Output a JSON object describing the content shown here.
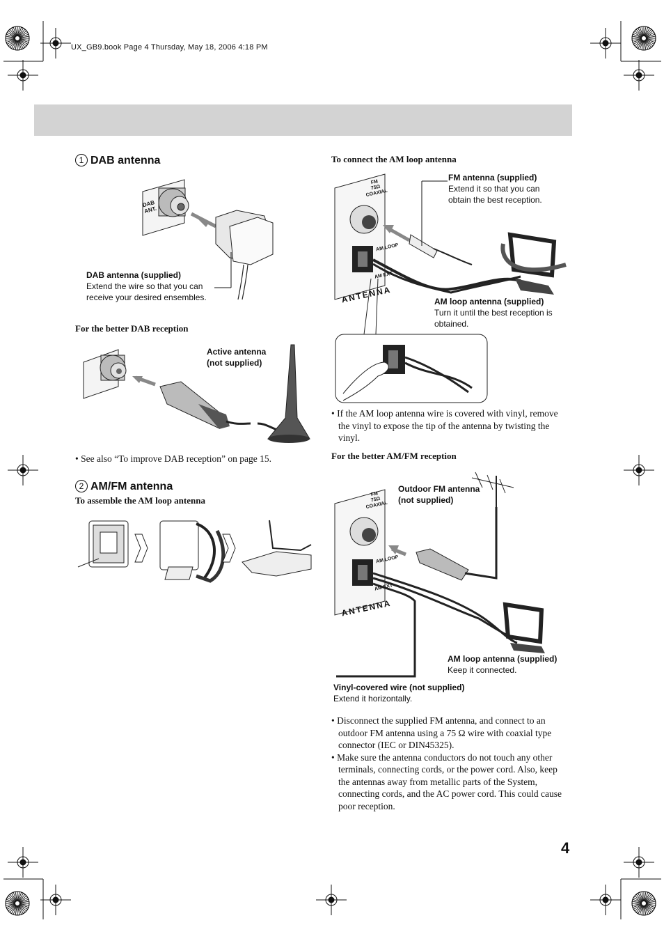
{
  "header": {
    "book_line": "UX_GB9.book  Page 4  Thursday, May 18, 2006  4:18 PM"
  },
  "section1": {
    "number": "1",
    "title": "DAB antenna",
    "dab_caption_title": "DAB antenna (supplied)",
    "dab_caption_text": [
      "Extend the wire so that you can",
      "receive your desired ensembles."
    ],
    "dab_label": [
      "DAB",
      "ANT."
    ],
    "better_title": "For the better DAB reception",
    "active_caption": [
      "Active antenna",
      "(not supplied)"
    ],
    "see_also": "• See also “To improve DAB reception” on page 15."
  },
  "section2": {
    "number": "2",
    "title": "AM/FM antenna",
    "assemble_title": "To assemble the AM loop antenna"
  },
  "right": {
    "connect_title": "To connect the AM loop antenna",
    "fm_caption_title": "FM antenna (supplied)",
    "fm_caption_text": [
      "Extend it so that you can",
      "obtain the best reception."
    ],
    "am_caption_title": "AM loop antenna (supplied)",
    "am_caption_text": [
      "Turn it until the best reception is",
      "obtained."
    ],
    "panel_labels": {
      "fm": "FM",
      "ohm": "75Ω",
      "coaxial": "COAXIAL",
      "am_loop": "AM LOOP",
      "am_ext": "AM EXT",
      "antenna": "ANTENNA"
    },
    "vinyl_note": [
      "• If the AM loop antenna wire is covered with vinyl, remove",
      "the vinyl to expose the tip of the antenna by twisting the",
      "vinyl."
    ],
    "better_title": "For the better AM/FM reception",
    "outdoor_caption": [
      "Outdoor FM antenna",
      "(not supplied)"
    ],
    "am_keep_title": "AM loop antenna (supplied)",
    "am_keep_text": "Keep it connected.",
    "vinyl_wire_title": "Vinyl-covered wire (not supplied)",
    "vinyl_wire_text": "Extend it horizontally.",
    "bullets": [
      [
        "• Disconnect the supplied FM antenna, and connect to an",
        "outdoor FM antenna using a 75 Ω wire with coaxial type",
        "connector (IEC or DIN45325)."
      ],
      [
        "• Make sure the antenna conductors do not touch any other",
        "terminals, connecting cords, or the power cord. Also, keep",
        "the antennas away from metallic parts of the System,",
        "connecting cords, and the AC power cord. This could cause",
        "poor reception."
      ]
    ]
  },
  "page_number": "4"
}
